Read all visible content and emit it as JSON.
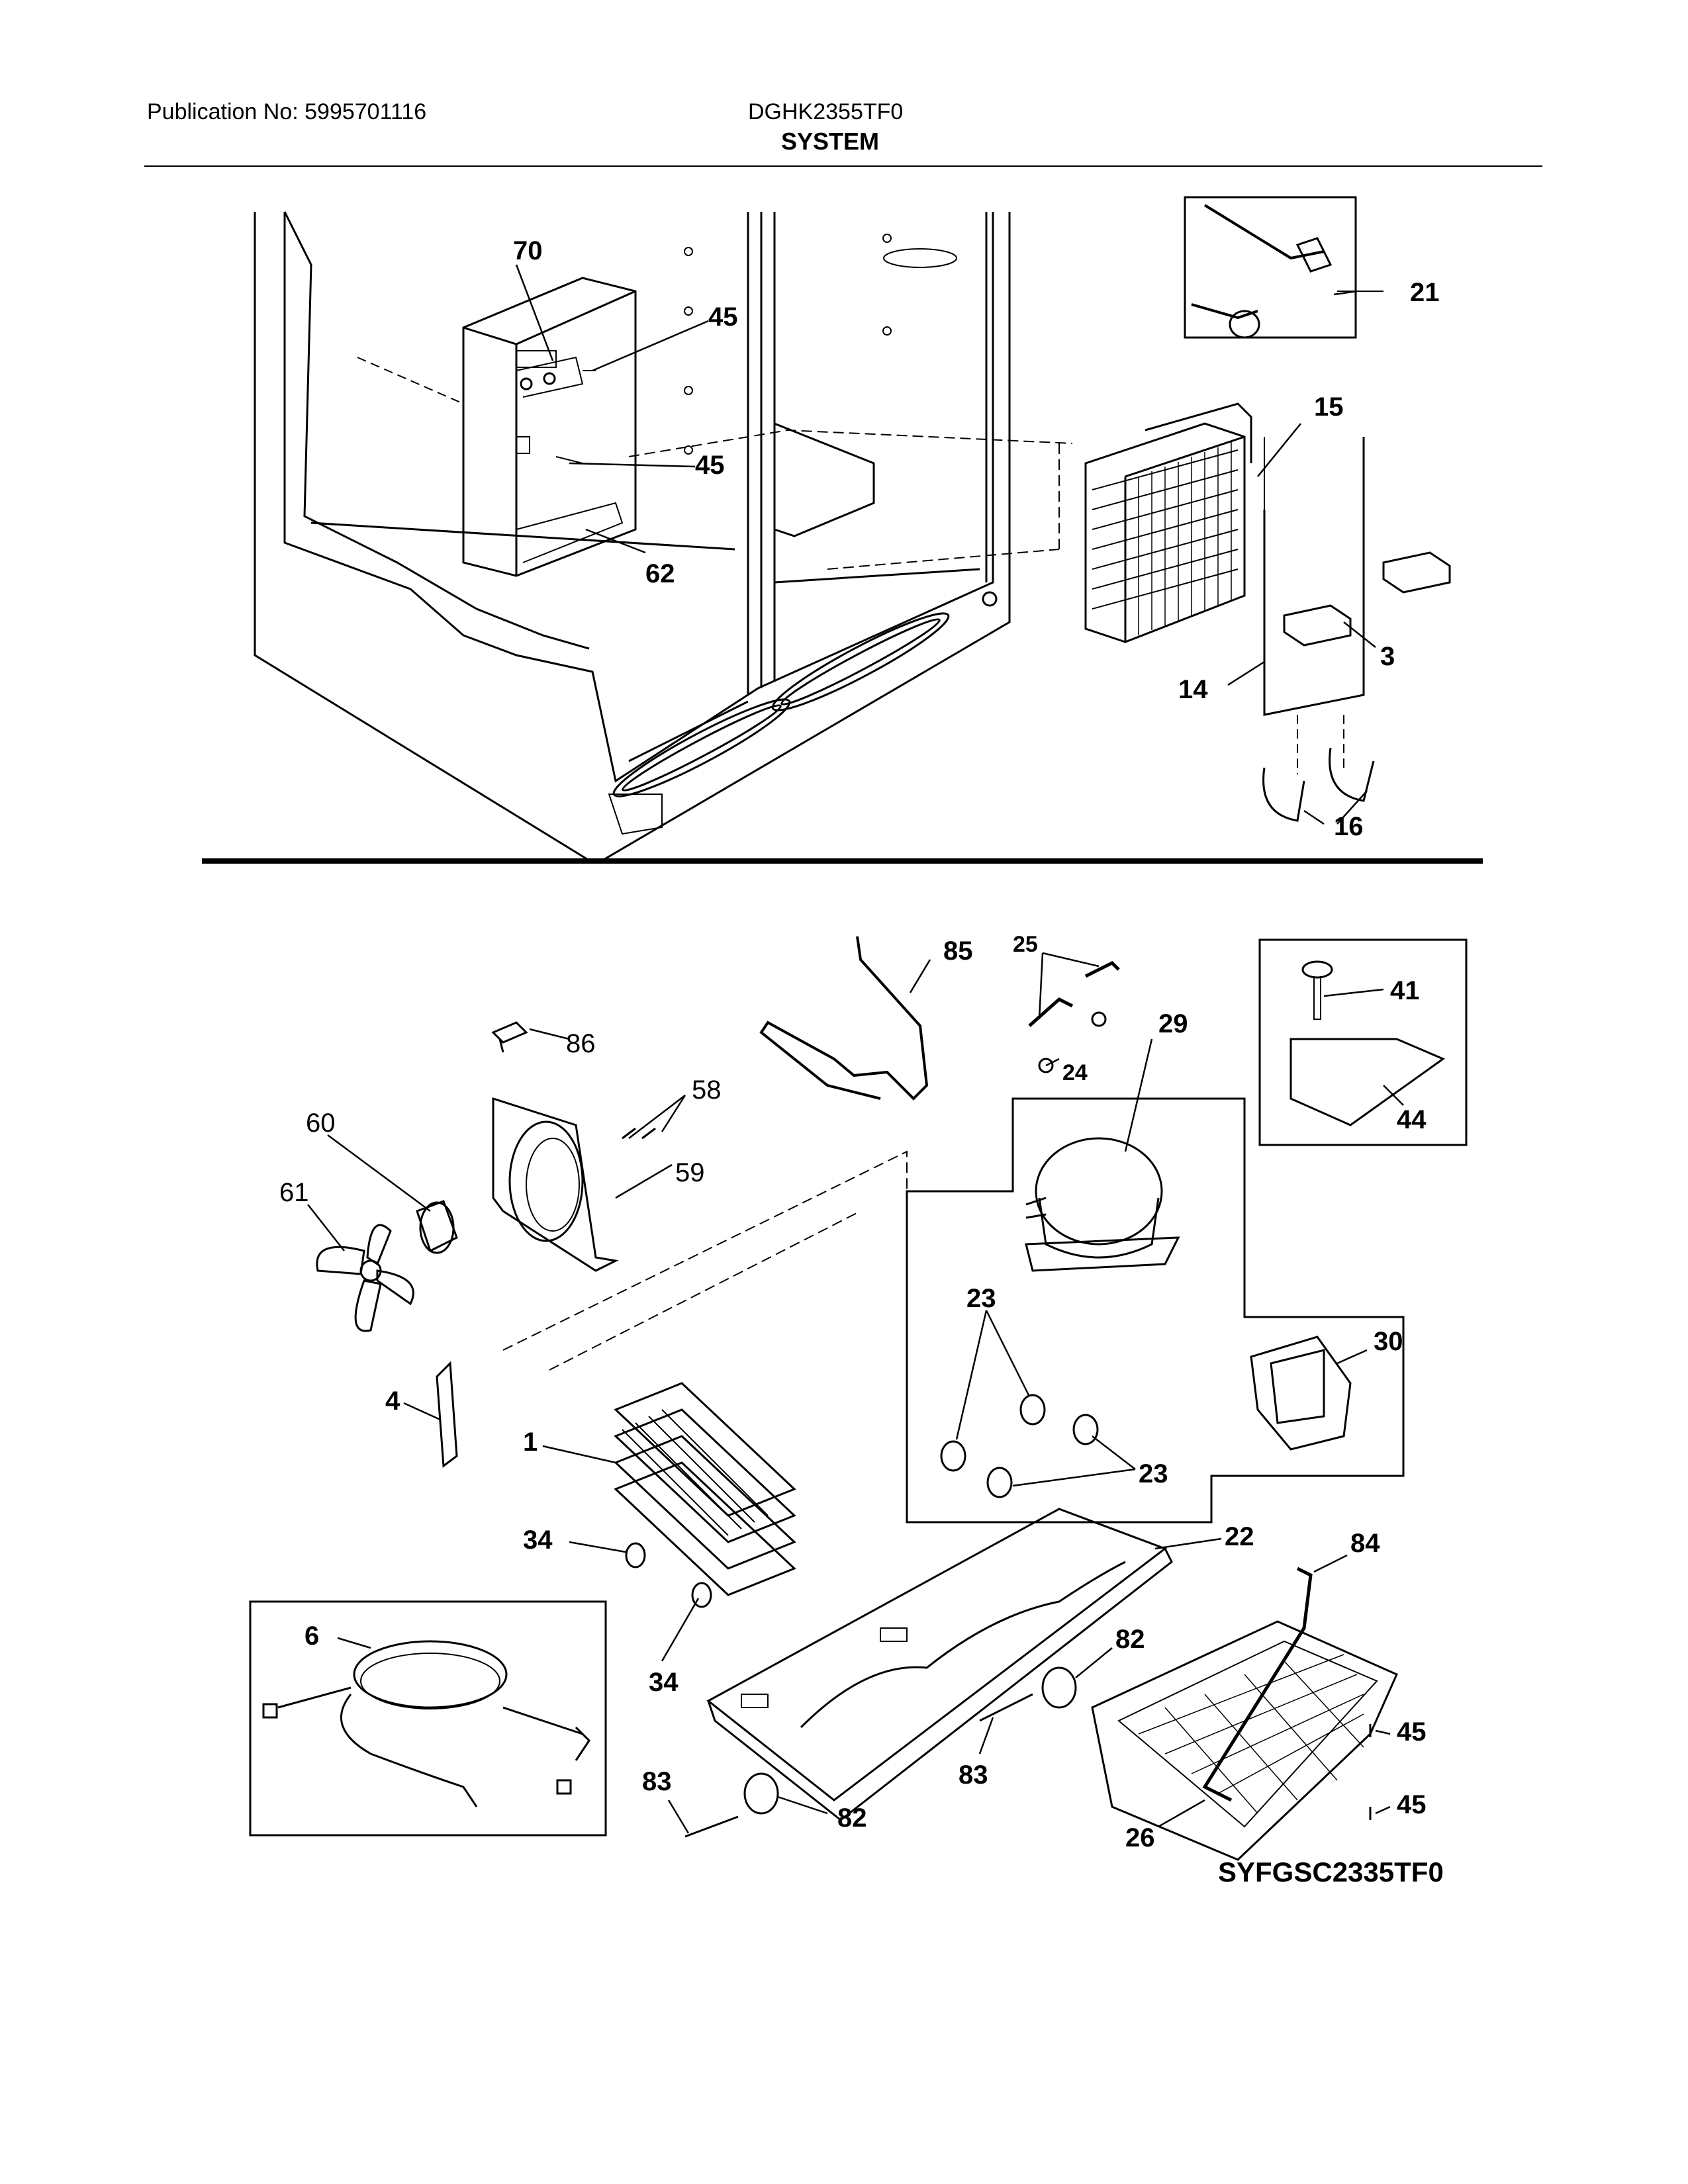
{
  "header": {
    "publication": "Publication No: 5995701116",
    "model": "DGHK2355TF0",
    "section": "SYSTEM"
  },
  "diagram_code": "SYFGSC2335TF0",
  "callouts": {
    "c70": "70",
    "c45a": "45",
    "c45b": "45",
    "c62": "62",
    "c21": "21",
    "c15": "15",
    "c3": "3",
    "c14": "14",
    "c16": "16",
    "c85": "85",
    "c25": "25",
    "c24": "24",
    "c29": "29",
    "c41": "41",
    "c44": "44",
    "c86": "86",
    "c58": "58",
    "c59": "59",
    "c60": "60",
    "c61": "61",
    "c4": "4",
    "c1": "1",
    "c34a": "34",
    "c34b": "34",
    "c23a": "23",
    "c23b": "23",
    "c30": "30",
    "c22": "22",
    "c84": "84",
    "c6": "6",
    "c82a": "82",
    "c82b": "82",
    "c83a": "83",
    "c83b": "83",
    "c45c": "45",
    "c45d": "45",
    "c26": "26"
  }
}
